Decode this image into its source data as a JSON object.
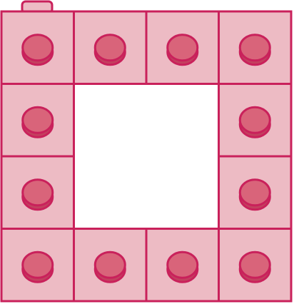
{
  "colors": {
    "block_fill": "#edbbc4",
    "block_stroke": "#c9215b",
    "stud_fill": "#d9647a",
    "stud_base": "#c3405f",
    "background": "#ffffff"
  },
  "cube_count": 12,
  "cubes": [
    {
      "row": 0,
      "col": 0,
      "has_connector_tab": true
    },
    {
      "row": 0,
      "col": 1,
      "has_connector_tab": false
    },
    {
      "row": 0,
      "col": 2,
      "has_connector_tab": false
    },
    {
      "row": 0,
      "col": 3,
      "has_connector_tab": false
    },
    {
      "row": 1,
      "col": 0,
      "has_connector_tab": false
    },
    {
      "row": 1,
      "col": 3,
      "has_connector_tab": false
    },
    {
      "row": 2,
      "col": 0,
      "has_connector_tab": false
    },
    {
      "row": 2,
      "col": 3,
      "has_connector_tab": false
    },
    {
      "row": 3,
      "col": 0,
      "has_connector_tab": false
    },
    {
      "row": 3,
      "col": 1,
      "has_connector_tab": false
    },
    {
      "row": 3,
      "col": 2,
      "has_connector_tab": false
    },
    {
      "row": 3,
      "col": 3,
      "has_connector_tab": false
    }
  ]
}
